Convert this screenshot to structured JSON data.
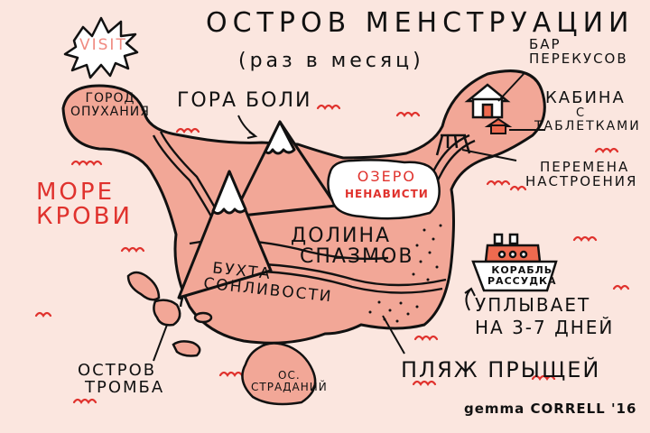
{
  "map": {
    "title": "ОСТРОВ МЕНСТРУАЦИИ",
    "subtitle": "(раз в месяц)",
    "badge": "VISIT",
    "signature": "gemma CORRELL '16",
    "colors": {
      "background": "#fbe6df",
      "land": "#f2a797",
      "land_dark": "#ec8f7d",
      "water_marks": "#e0322d",
      "lake": "#ffffff",
      "outline": "#111111",
      "accent_red": "#ee6a4f",
      "red_text": "#e0322d"
    },
    "sea": {
      "line1": "МОРЕ",
      "line2": "КРОВИ"
    },
    "places": {
      "tumor_city": {
        "line1": "ГОРОД",
        "line2": "ОПУХАНИЯ"
      },
      "pain_mountain": "ГОРА БОЛИ",
      "hate_lake": {
        "line1": "ОЗЕРО",
        "line2": "НЕНАВИСТИ"
      },
      "cramp_valley": {
        "line1": "ДОЛИНА",
        "line2": "СПАЗМОВ"
      },
      "sleepy_bay": {
        "line1": "БУХТА",
        "line2": "СОНЛИВОСТИ"
      },
      "snack_bar": {
        "line1": "БАР",
        "line2": "ПЕРЕКУСОВ"
      },
      "pill_cabin": {
        "line1": "КАБИНА",
        "line2": "С",
        "line3": "ТАБЛЕТКАМИ"
      },
      "mood_swing": {
        "line1": "ПЕРЕМЕНА",
        "line2": "НАСТРОЕНИЯ"
      },
      "sanity_ship": {
        "line1": "КОРАБЛЬ",
        "line2": "РАССУДКА"
      },
      "ship_note": {
        "line1": "УПЛЫВАЕТ",
        "line2": "НА 3-7 ДНЕЙ"
      },
      "pimple_beach": "ПЛЯЖ ПРЫЩЕЙ",
      "clot_island": {
        "line1": "ОСТРОВ",
        "line2": "ТРОМБА"
      },
      "suffering_island": {
        "line1": "ОС.",
        "line2": "СТРАДАНИЙ"
      }
    }
  }
}
